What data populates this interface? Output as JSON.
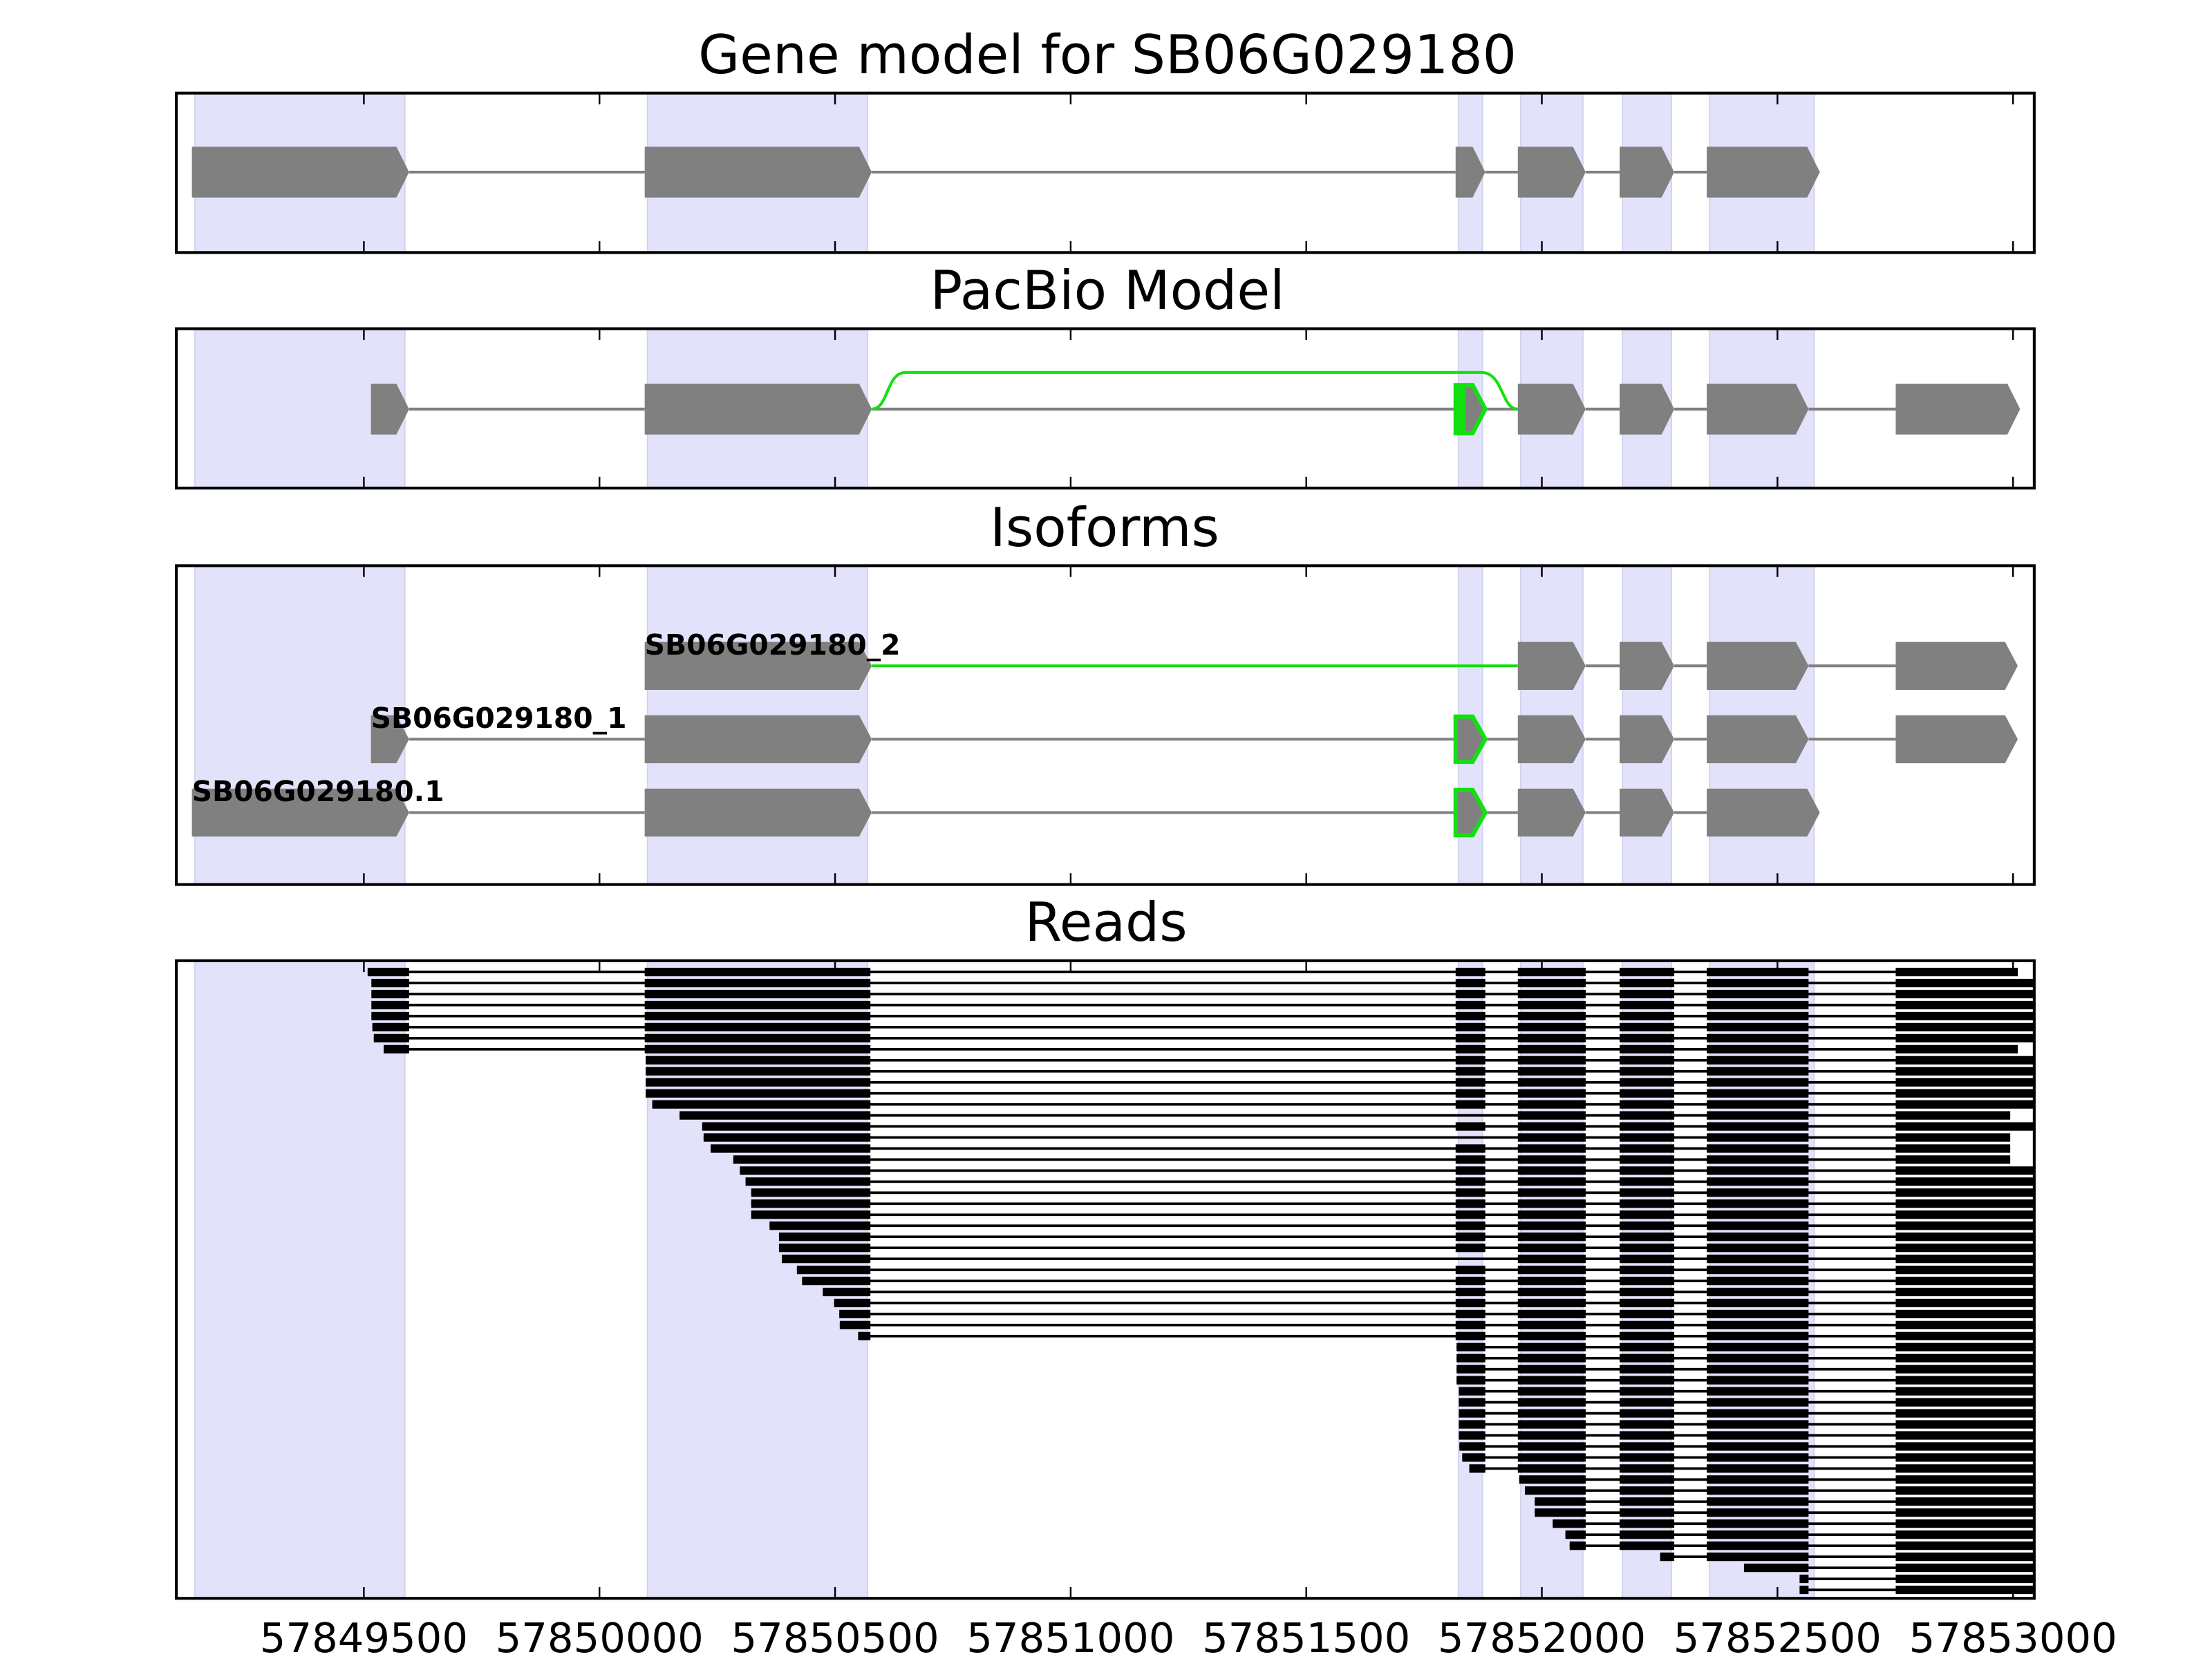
{
  "chart_data": {
    "type": "gene-track",
    "xlim": [
      57849102,
      57853045
    ],
    "x_ticks": [
      57849500,
      57850000,
      57850500,
      57851000,
      57851500,
      57852000,
      57852500,
      57853000
    ],
    "x_tick_labels": [
      "57849500",
      "57850000",
      "57850500",
      "57851000",
      "57851500",
      "57852000",
      "57852500",
      "57853000"
    ],
    "colors": {
      "shade": "#e2e2fb",
      "exon": "#808080",
      "intron": "#808080",
      "novel": "#11e011",
      "read": "#000000"
    },
    "shaded_exon_regions": [
      [
        57849141,
        57849587
      ],
      [
        57850102,
        57850569
      ],
      [
        57851823,
        57851874
      ],
      [
        57851955,
        57852087
      ],
      [
        57852171,
        57852275
      ],
      [
        57852356,
        57852578
      ]
    ],
    "panels": [
      {
        "id": "gene-model",
        "title": "Gene model for SB06G029180",
        "exons": [
          [
            57849135,
            57849596
          ],
          [
            57850096,
            57850578
          ],
          [
            57851817,
            57851880
          ],
          [
            57851949,
            57852093
          ],
          [
            57852165,
            57852281
          ],
          [
            57852350,
            57852590
          ]
        ]
      },
      {
        "id": "pacbio-model",
        "title": "PacBio Model",
        "exons": [
          [
            57849515,
            57849596
          ],
          [
            57850096,
            57850578
          ],
          [
            57851817,
            57851880
          ],
          [
            57851949,
            57852093
          ],
          [
            57852165,
            57852281
          ],
          [
            57852350,
            57852566
          ],
          [
            57852751,
            57853015
          ]
        ],
        "novel_exon_index": 2,
        "novel_junction": [
          57850578,
          57851949
        ]
      },
      {
        "id": "isoforms",
        "title": "Isoforms",
        "isoforms": [
          {
            "name": "SB06G029180_2",
            "exons": [
              [
                57850096,
                57850578
              ],
              [
                57851949,
                57852093
              ],
              [
                57852165,
                57852281
              ],
              [
                57852350,
                57852566
              ],
              [
                57852751,
                57853010
              ]
            ],
            "novel_exon_index": -1,
            "novel_junction": [
              57850578,
              57851949
            ]
          },
          {
            "name": "SB06G029180_1",
            "exons": [
              [
                57849515,
                57849596
              ],
              [
                57850096,
                57850578
              ],
              [
                57851817,
                57851880
              ],
              [
                57851949,
                57852093
              ],
              [
                57852165,
                57852281
              ],
              [
                57852350,
                57852566
              ],
              [
                57852751,
                57853010
              ]
            ],
            "novel_exon_index": 2,
            "novel_junction": null
          },
          {
            "name": "SB06G029180.1",
            "exons": [
              [
                57849135,
                57849596
              ],
              [
                57850096,
                57850578
              ],
              [
                57851817,
                57851880
              ],
              [
                57851949,
                57852093
              ],
              [
                57852165,
                57852281
              ],
              [
                57852350,
                57852590
              ]
            ],
            "novel_exon_index": 2,
            "novel_junction": null
          }
        ]
      },
      {
        "id": "reads",
        "title": "Reads",
        "read_exons": [
          [
            57849500,
            57849596
          ],
          [
            57850096,
            57850575
          ],
          [
            57851817,
            57851880
          ],
          [
            57851949,
            57852093
          ],
          [
            57852165,
            57852281
          ],
          [
            57852350,
            57852566
          ],
          [
            57852751,
            57853200
          ]
        ],
        "reads": [
          [
            57849508,
            57853010,
            0
          ],
          [
            57849516,
            57853100,
            0
          ],
          [
            57849516,
            57853100,
            0
          ],
          [
            57849516,
            57853100,
            0
          ],
          [
            57849516,
            57853100,
            0
          ],
          [
            57849518,
            57853100,
            0
          ],
          [
            57849521,
            57853100,
            0
          ],
          [
            57849542,
            57853010,
            0
          ],
          [
            57850098,
            57853100,
            0
          ],
          [
            57850098,
            57853100,
            0
          ],
          [
            57850098,
            57853100,
            0
          ],
          [
            57850098,
            57853100,
            0
          ],
          [
            57850112,
            57853100,
            0
          ],
          [
            57850170,
            57852994,
            1
          ],
          [
            57850218,
            57853100,
            0
          ],
          [
            57850221,
            57852994,
            1
          ],
          [
            57850236,
            57852994,
            0
          ],
          [
            57850284,
            57852994,
            0
          ],
          [
            57850298,
            57853100,
            0
          ],
          [
            57850310,
            57853100,
            0
          ],
          [
            57850322,
            57853100,
            0
          ],
          [
            57850322,
            57853100,
            0
          ],
          [
            57850322,
            57853100,
            0
          ],
          [
            57850361,
            57853100,
            0
          ],
          [
            57850381,
            57853100,
            0
          ],
          [
            57850381,
            57853100,
            0
          ],
          [
            57850387,
            57853100,
            1
          ],
          [
            57850419,
            57853100,
            0
          ],
          [
            57850430,
            57853100,
            0
          ],
          [
            57850474,
            57853100,
            0
          ],
          [
            57850498,
            57853100,
            0
          ],
          [
            57850509,
            57853100,
            0
          ],
          [
            57850510,
            57853100,
            0
          ],
          [
            57850549,
            57853100,
            0
          ],
          [
            57851819,
            57853100,
            0
          ],
          [
            57851819,
            57853100,
            0
          ],
          [
            57851819,
            57853100,
            0
          ],
          [
            57851819,
            57853100,
            0
          ],
          [
            57851824,
            57853100,
            0
          ],
          [
            57851824,
            57853100,
            0
          ],
          [
            57851824,
            57853100,
            0
          ],
          [
            57851824,
            57853100,
            0
          ],
          [
            57851824,
            57853100,
            0
          ],
          [
            57851825,
            57853100,
            0
          ],
          [
            57851831,
            57853100,
            0
          ],
          [
            57851846,
            57853100,
            0
          ],
          [
            57851952,
            57853100,
            0
          ],
          [
            57851964,
            57853100,
            0
          ],
          [
            57851985,
            57853100,
            0
          ],
          [
            57851985,
            57853100,
            0
          ],
          [
            57852023,
            57853100,
            0
          ],
          [
            57852050,
            57853100,
            0
          ],
          [
            57852059,
            57853100,
            0
          ],
          [
            57852251,
            57853100,
            0
          ],
          [
            57852429,
            57853100,
            0
          ],
          [
            57852547,
            57853100,
            0
          ],
          [
            57852547,
            57853100,
            0
          ]
        ]
      }
    ]
  }
}
